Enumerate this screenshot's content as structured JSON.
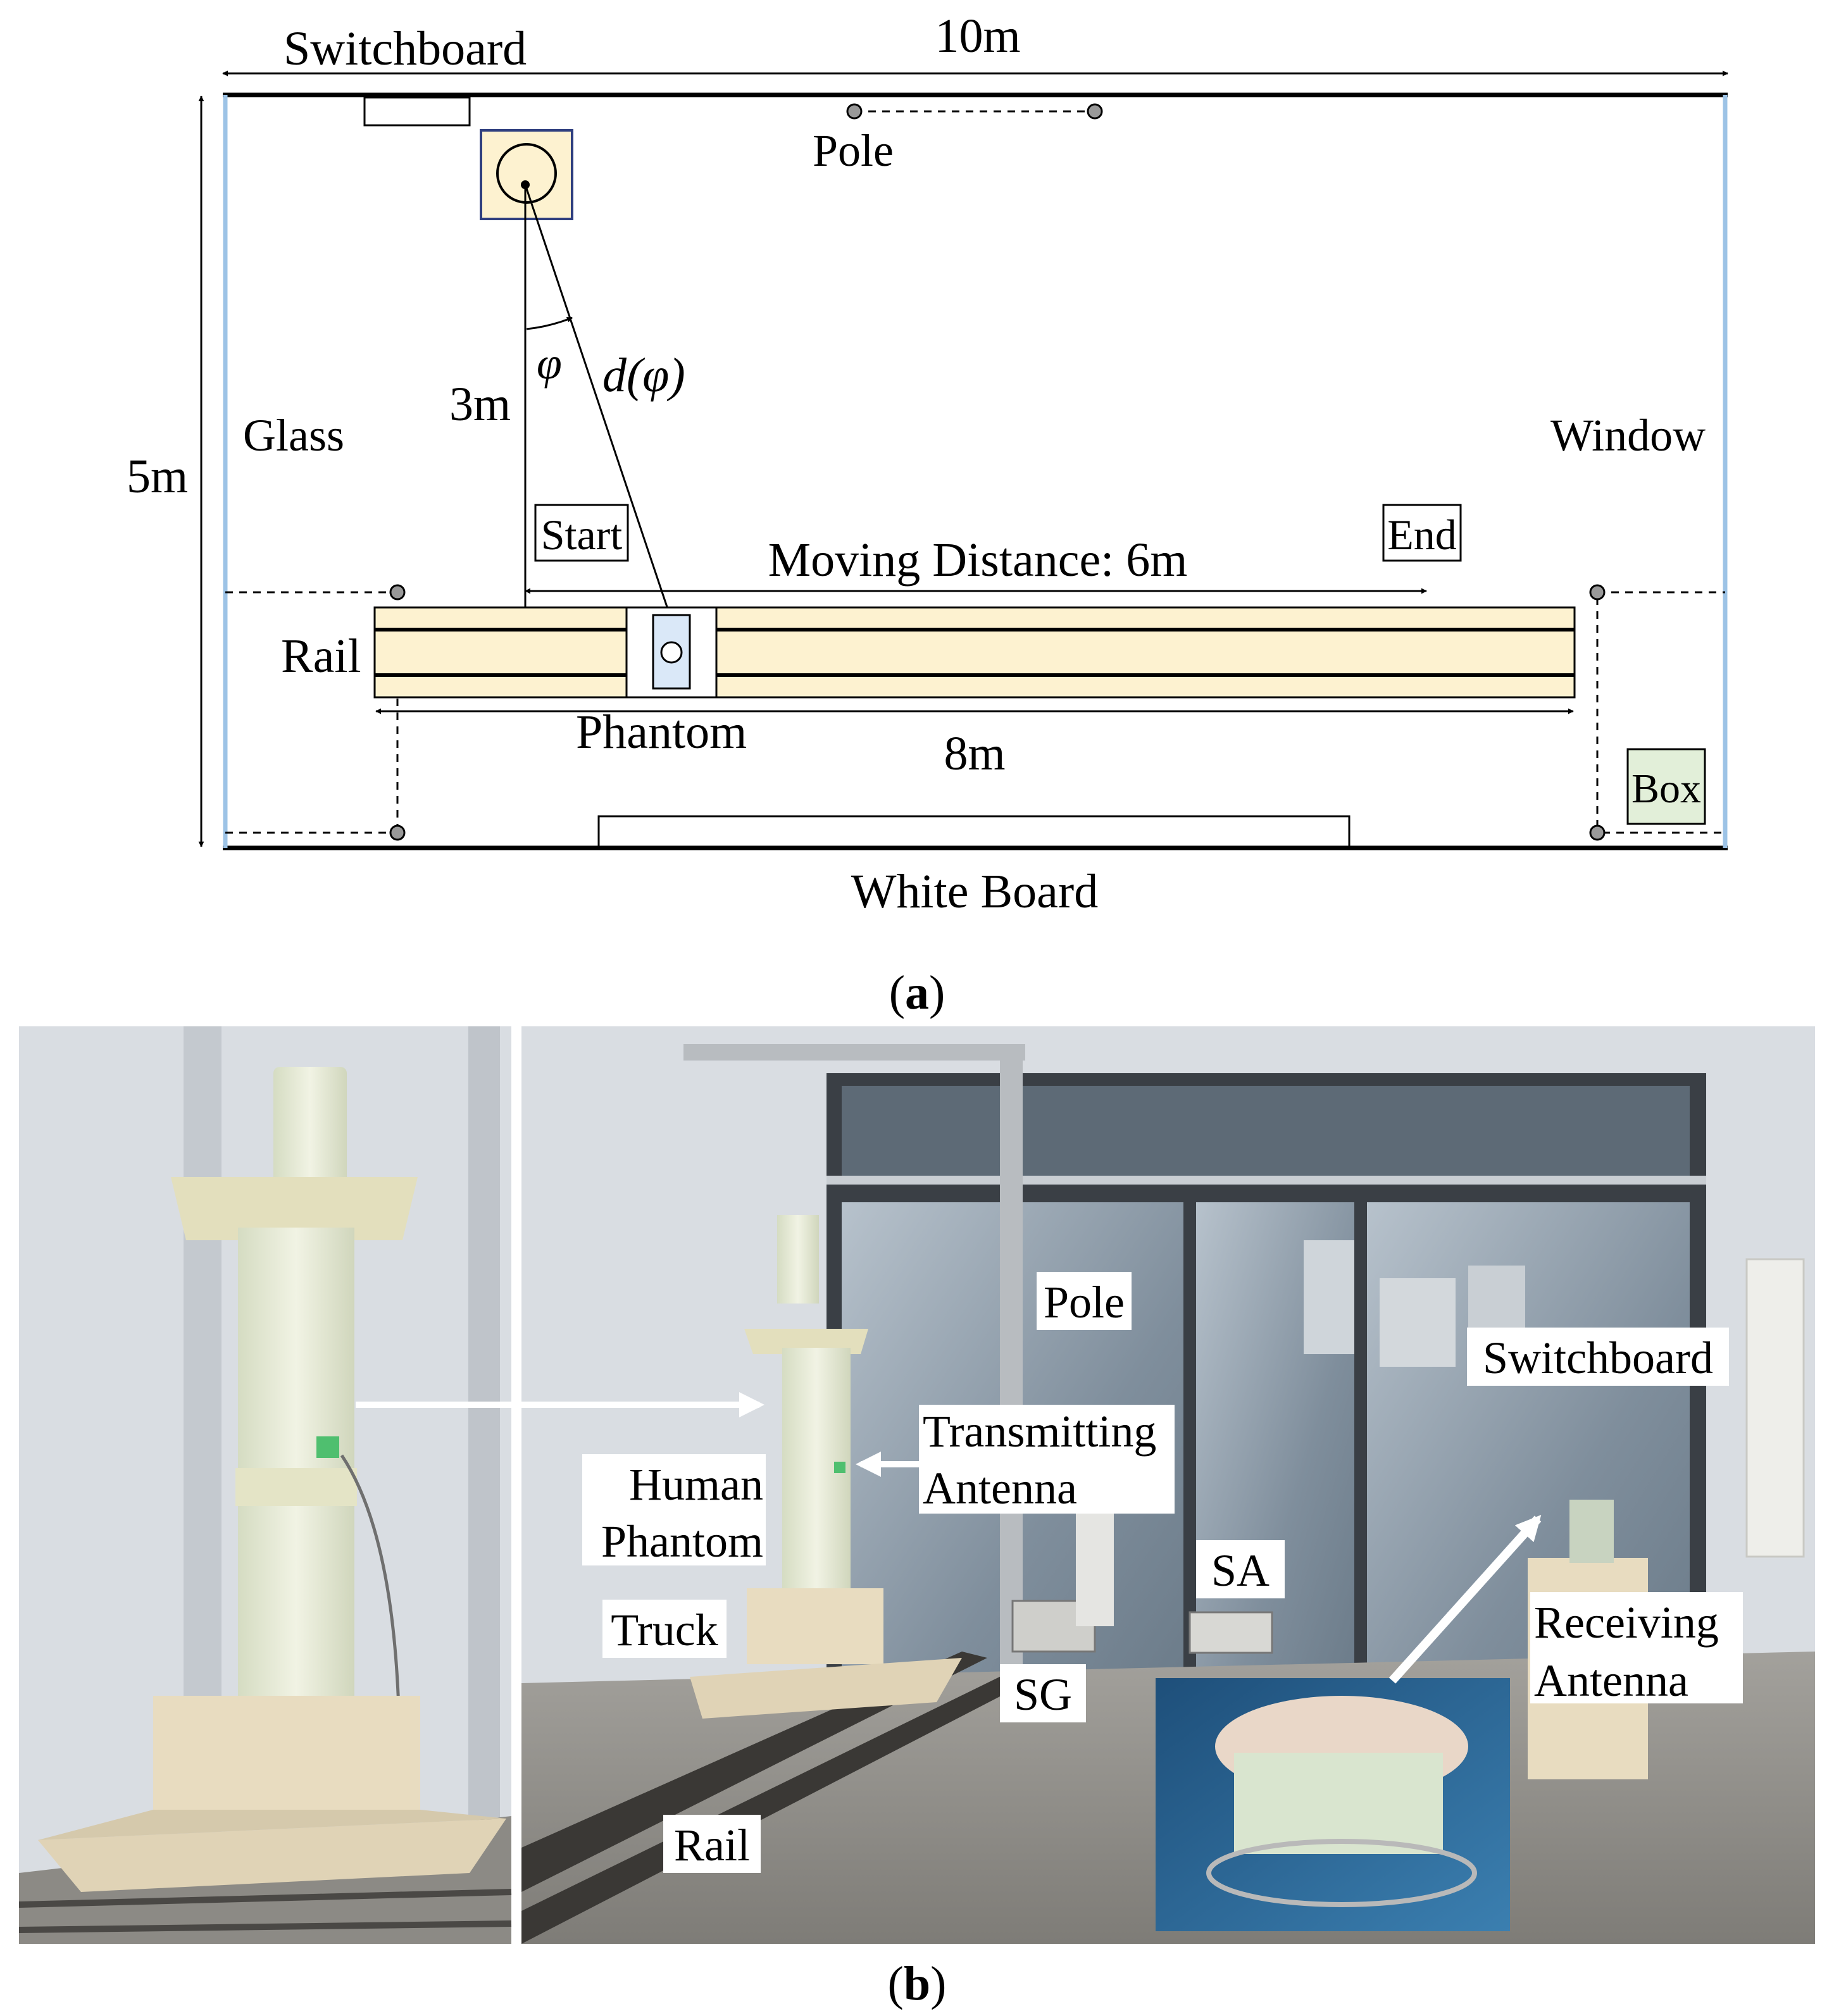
{
  "panel_a": {
    "caption_open": "(",
    "caption_letter": "a",
    "caption_close": ")",
    "labels": {
      "width_dim": "10m",
      "height_dim": "5m",
      "switchboard": "Switchboard",
      "pole": "Pole",
      "glass": "Glass",
      "window": "Window",
      "three_m": "3m",
      "phi": "φ",
      "d_of_phi": "d(φ)",
      "start": "Start",
      "end": "End",
      "moving_distance": "Moving Distance: 6m",
      "rail": "Rail",
      "phantom": "Phantom",
      "eight_m": "8m",
      "box": "Box",
      "white_board": "White Board"
    },
    "colors": {
      "wall": "#000000",
      "side_wall": "#9dc3e6",
      "rail_fill": "#fdf2d0",
      "antenna_fill": "#fdf2d0",
      "antenna_border": "#2f3f7f",
      "phantom_fill": "#dae8f8",
      "box_fill": "#e2efd9"
    }
  },
  "panel_b": {
    "caption_open": "(",
    "caption_letter": "b",
    "caption_close": ")",
    "labels": {
      "pole": "Pole",
      "switchboard": "Switchboard",
      "transmitting_1": "Transmitting",
      "transmitting_2": "Antenna",
      "human_1": "Human",
      "human_2": "Phantom",
      "sa": "SA",
      "receiving_1": "Receiving",
      "receiving_2": "Antenna",
      "truck": "Truck",
      "sg": "SG",
      "rail": "Rail"
    },
    "colors": {
      "wall": "#d9dde2",
      "window_frame": "#3a3f45",
      "glass": "#8a98a6",
      "floor": "#8f8d88",
      "phantom": "#e9ecd8",
      "platform": "#e8dcc0",
      "label_box": "#ffffff"
    }
  }
}
